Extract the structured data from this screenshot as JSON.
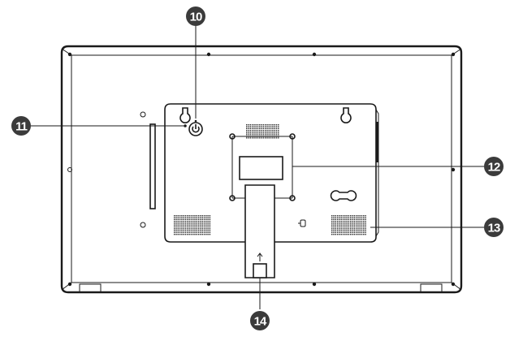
{
  "callouts": {
    "c10": "10",
    "c11": "11",
    "c12": "12",
    "c13": "13",
    "c14": "14"
  },
  "icons": {
    "power": "power-icon",
    "arrow": "up-arrow-icon"
  }
}
